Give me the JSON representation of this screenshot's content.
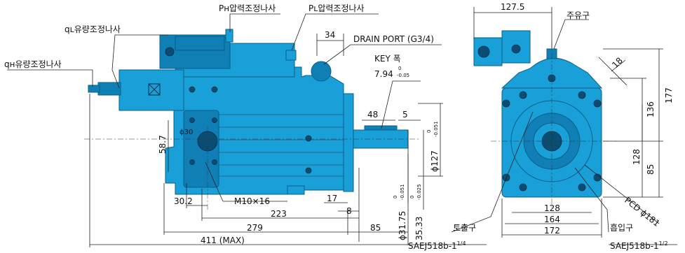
{
  "labels": {
    "ph_adjust": "Pʜ압력조정나사",
    "pl_adjust": "Pʟ압력조정나사",
    "ql_adjust": "qʟ유량조정나사",
    "qh_adjust": "qʜ유량조정나사",
    "drain_port": "DRAIN PORT (G3/4)",
    "key_width": "KEY 폭",
    "key_dim": "7.94",
    "key_tol_upper": "0",
    "key_tol_lower": "-0.05",
    "suction_top": "주유구",
    "discharge": "토출구",
    "suction": "흡입구",
    "saej_left_base": "SAEJ518b-1",
    "saej_left_sup": "1/4",
    "saej_right_base": "SAEJ518b-1",
    "saej_right_sup": "1/2",
    "pcd": "PCD ϕ181",
    "bolt": "M10×16",
    "bore30": "ϕ30"
  },
  "dims_side": {
    "d34": "34",
    "d48": "48",
    "d5": "5",
    "d58_7": "58.7",
    "d30_2": "30.2",
    "d223": "223",
    "d279": "279",
    "d411": "411 (MAX)",
    "d17": "17",
    "d8": "8",
    "d85": "85",
    "phi127": "ϕ127",
    "phi127_tol_upper": "0",
    "phi127_tol_lower": "-0.051",
    "phi31": "ϕ31.75",
    "phi31_tol_upper": "0",
    "phi31_tol_lower": "-0.051",
    "d35_33": "35.33",
    "d35_tol_upper": "0",
    "d35_tol_lower": "-0.025"
  },
  "dims_front": {
    "d127_5": "127.5",
    "d18": "18",
    "d177": "177",
    "d136": "136",
    "d128v": "128",
    "d85v": "85",
    "d128h": "128",
    "d164": "164",
    "d172": "172"
  },
  "colors": {
    "body": "#1aa0d8",
    "body_dark": "#0f7fb6",
    "outline": "#0b5f86"
  }
}
